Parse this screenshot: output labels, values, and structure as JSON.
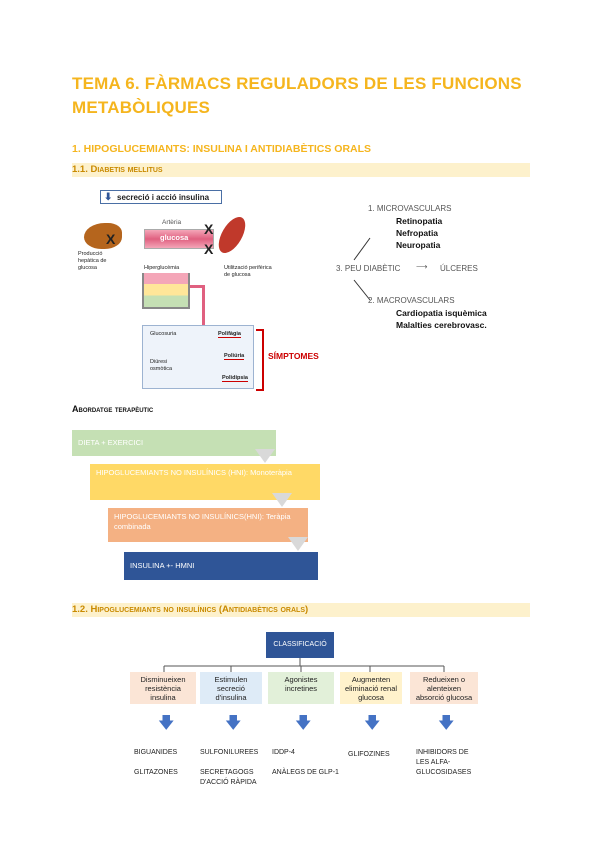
{
  "title": "TEMA 6. FÀRMACS REGULADORS DE LES FUNCIONS METABÒLIQUES",
  "section1": "1. HIPOGLUCEMIANTS: INSULINA I ANTIDIABÈTICS ORALS",
  "section1_1": "1.1. Diabetis mellitus",
  "diagram_left": {
    "top_box": "secreció i acció insulina",
    "arteria": "Artèria",
    "glucosa": "glucosa",
    "produccio": "Producció hepàtica de glucosa",
    "hiperglucemia": "Hiperglucèmia",
    "utilitzacio": "Utilització perifèrica de glucosa",
    "glucosuria": "Glucosuria",
    "diuresi": "Diüresi osmòtica",
    "poliuria": "Poliúria",
    "polidipsia": "Polidípsia",
    "polifagia": "Polifàgia",
    "simptomes": "SÍMPTOMES"
  },
  "diagram_right": {
    "micro": "1. MICROVASCULARS",
    "micro_items": [
      "Retinopatia",
      "Nefropatia",
      "Neuropatia"
    ],
    "peu": "3. PEU DIABÈTIC",
    "ulceres": "ÚLCERES",
    "macro": "2. MACROVASCULARS",
    "macro_items": [
      "Cardiopatia isquèmica",
      "Malalties cerebrovasc."
    ]
  },
  "abordatge": "Abordatge terapèutic",
  "steps": [
    {
      "label": "DIETA + EXERCICI",
      "color": "#c5e0b4"
    },
    {
      "label": "HIPOGLUCEMIANTS NO INSULÍNICS (HNI): Monoteràpia",
      "color": "#ffd966"
    },
    {
      "label": "HIPOGLUCEMIANTS NO INSULÍNICS(HNI): Teràpia combinada",
      "color": "#f4b183"
    },
    {
      "label": "INSULINA +- HMNI",
      "color": "#2f5597"
    }
  ],
  "section1_2": "1.2. Hipoglucemiants no insulínics (Antidiabètics orals)",
  "classificacio": "CLASSIFICACIÓ",
  "classes": [
    {
      "label": "Disminueixen resistència insulina",
      "color": "#fbe5d6",
      "drugs": [
        "BIGUANIDES",
        "GLITAZONES"
      ]
    },
    {
      "label": "Estimulen secreció d'insulina",
      "color": "#deebf7",
      "drugs": [
        "SULFONILUREES",
        "SECRETAGOGS D'ACCIÓ RÀPIDA"
      ]
    },
    {
      "label": "Agonistes incretines",
      "color": "#e2f0d9",
      "drugs": [
        "IDDP-4",
        "ANÀLEGS DE GLP-1"
      ]
    },
    {
      "label": "Augmenten eliminació renal glucosa",
      "color": "#fff2cc",
      "drugs": [
        "GLIFOZINES"
      ]
    },
    {
      "label": "Redueixen o alenteixen absorció glucosa",
      "color": "#fbe5d6",
      "drugs": [
        "INHIBIDORS DE LES ALFA-GLUCOSIDASES"
      ]
    }
  ]
}
